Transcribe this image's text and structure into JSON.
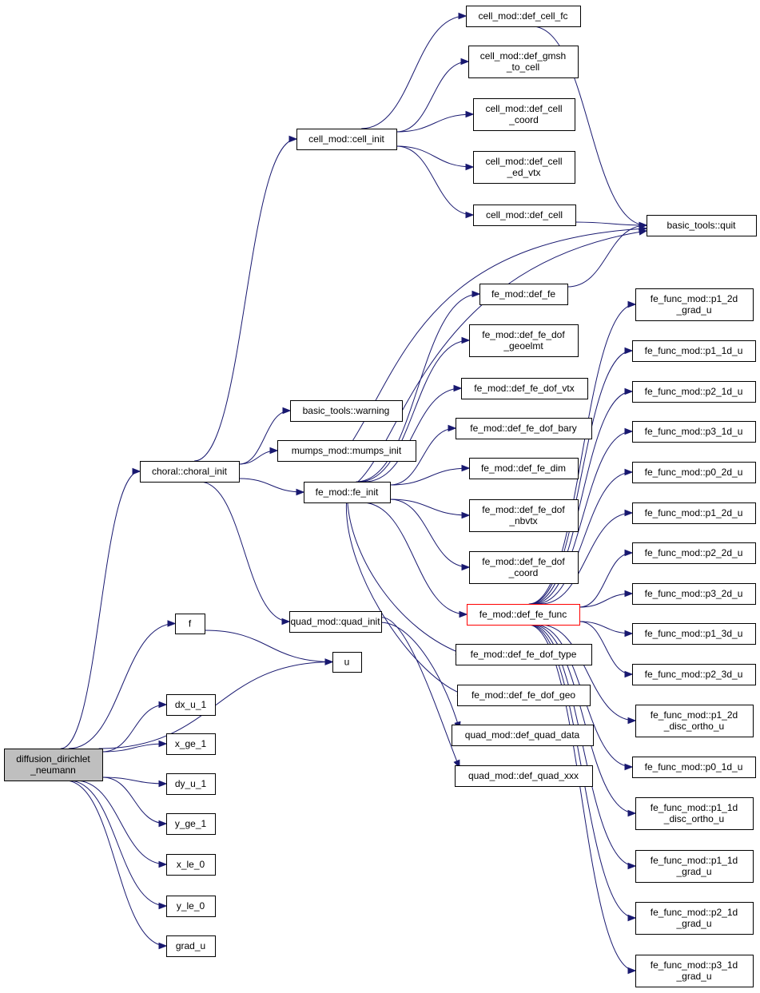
{
  "colors": {
    "edge": "#191970",
    "root_fill": "#bfbfbf",
    "highlight_border": "#ff0000",
    "node_border": "#000000"
  },
  "nodes": {
    "root": [
      "diffusion_dirichlet",
      "_neumann"
    ],
    "choral_init": [
      "choral::choral_init"
    ],
    "f": [
      "f"
    ],
    "u": [
      "u"
    ],
    "dx_u_1": [
      "dx_u_1"
    ],
    "x_ge_1": [
      "x_ge_1"
    ],
    "dy_u_1": [
      "dy_u_1"
    ],
    "y_ge_1": [
      "y_ge_1"
    ],
    "x_le_0": [
      "x_le_0"
    ],
    "y_le_0": [
      "y_le_0"
    ],
    "grad_u": [
      "grad_u"
    ],
    "cell_init": [
      "cell_mod::cell_init"
    ],
    "warning": [
      "basic_tools::warning"
    ],
    "mumps_init": [
      "mumps_mod::mumps_init"
    ],
    "fe_init": [
      "fe_mod::fe_init"
    ],
    "quad_init": [
      "quad_mod::quad_init"
    ],
    "def_cell_fc": [
      "cell_mod::def_cell_fc"
    ],
    "def_gmsh_to_cell": [
      "cell_mod::def_gmsh",
      "_to_cell"
    ],
    "def_cell_coord": [
      "cell_mod::def_cell",
      "_coord"
    ],
    "def_cell_ed_vtx": [
      "cell_mod::def_cell",
      "_ed_vtx"
    ],
    "def_cell": [
      "cell_mod::def_cell"
    ],
    "quit": [
      "basic_tools::quit"
    ],
    "def_fe": [
      "fe_mod::def_fe"
    ],
    "def_fe_dof_geoelmt": [
      "fe_mod::def_fe_dof",
      "_geoelmt"
    ],
    "def_fe_dof_vtx": [
      "fe_mod::def_fe_dof_vtx"
    ],
    "def_fe_dof_bary": [
      "fe_mod::def_fe_dof_bary"
    ],
    "def_fe_dim": [
      "fe_mod::def_fe_dim"
    ],
    "def_fe_dof_nbvtx": [
      "fe_mod::def_fe_dof",
      "_nbvtx"
    ],
    "def_fe_dof_coord": [
      "fe_mod::def_fe_dof",
      "_coord"
    ],
    "def_fe_func": [
      "fe_mod::def_fe_func"
    ],
    "def_fe_dof_type": [
      "fe_mod::def_fe_dof_type"
    ],
    "def_fe_dof_geo": [
      "fe_mod::def_fe_dof_geo"
    ],
    "def_quad_data": [
      "quad_mod::def_quad_data"
    ],
    "def_quad_xxx": [
      "quad_mod::def_quad_xxx"
    ],
    "p1_2d_grad_u": [
      "fe_func_mod::p1_2d",
      "_grad_u"
    ],
    "p1_1d_u": [
      "fe_func_mod::p1_1d_u"
    ],
    "p2_1d_u": [
      "fe_func_mod::p2_1d_u"
    ],
    "p3_1d_u": [
      "fe_func_mod::p3_1d_u"
    ],
    "p0_2d_u": [
      "fe_func_mod::p0_2d_u"
    ],
    "p1_2d_u": [
      "fe_func_mod::p1_2d_u"
    ],
    "p2_2d_u": [
      "fe_func_mod::p2_2d_u"
    ],
    "p3_2d_u": [
      "fe_func_mod::p3_2d_u"
    ],
    "p1_3d_u": [
      "fe_func_mod::p1_3d_u"
    ],
    "p2_3d_u": [
      "fe_func_mod::p2_3d_u"
    ],
    "p1_2d_disc_ortho_u": [
      "fe_func_mod::p1_2d",
      "_disc_ortho_u"
    ],
    "p0_1d_u": [
      "fe_func_mod::p0_1d_u"
    ],
    "p1_1d_disc_ortho_u": [
      "fe_func_mod::p1_1d",
      "_disc_ortho_u"
    ],
    "p1_1d_grad_u": [
      "fe_func_mod::p1_1d",
      "_grad_u"
    ],
    "p2_1d_grad_u": [
      "fe_func_mod::p2_1d",
      "_grad_u"
    ],
    "p3_1d_grad_u": [
      "fe_func_mod::p3_1d",
      "_grad_u"
    ]
  },
  "edges": [
    [
      "root",
      "choral_init"
    ],
    [
      "root",
      "f"
    ],
    [
      "root",
      "u"
    ],
    [
      "root",
      "dx_u_1"
    ],
    [
      "root",
      "x_ge_1"
    ],
    [
      "root",
      "dy_u_1"
    ],
    [
      "root",
      "y_ge_1"
    ],
    [
      "root",
      "x_le_0"
    ],
    [
      "root",
      "y_le_0"
    ],
    [
      "root",
      "grad_u"
    ],
    [
      "f",
      "u"
    ],
    [
      "choral_init",
      "cell_init"
    ],
    [
      "choral_init",
      "warning"
    ],
    [
      "choral_init",
      "mumps_init"
    ],
    [
      "choral_init",
      "fe_init"
    ],
    [
      "choral_init",
      "quad_init"
    ],
    [
      "cell_init",
      "def_cell_fc"
    ],
    [
      "cell_init",
      "def_gmsh_to_cell"
    ],
    [
      "cell_init",
      "def_cell_coord"
    ],
    [
      "cell_init",
      "def_cell_ed_vtx"
    ],
    [
      "cell_init",
      "def_cell"
    ],
    [
      "def_cell_fc",
      "quit"
    ],
    [
      "def_cell",
      "quit"
    ],
    [
      "mumps_init",
      "quit"
    ],
    [
      "def_fe",
      "quit"
    ],
    [
      "fe_init",
      "quit"
    ],
    [
      "fe_init",
      "def_fe"
    ],
    [
      "fe_init",
      "def_fe_dof_geoelmt"
    ],
    [
      "fe_init",
      "def_fe_dof_vtx"
    ],
    [
      "fe_init",
      "def_fe_dof_bary"
    ],
    [
      "fe_init",
      "def_fe_dim"
    ],
    [
      "fe_init",
      "def_fe_dof_nbvtx"
    ],
    [
      "fe_init",
      "def_fe_dof_coord"
    ],
    [
      "fe_init",
      "def_fe_func"
    ],
    [
      "fe_init",
      "def_fe_dof_type"
    ],
    [
      "fe_init",
      "def_fe_dof_geo"
    ],
    [
      "quad_init",
      "def_quad_data"
    ],
    [
      "quad_init",
      "def_quad_xxx"
    ],
    [
      "def_fe_func",
      "p1_2d_grad_u"
    ],
    [
      "def_fe_func",
      "p1_1d_u"
    ],
    [
      "def_fe_func",
      "p2_1d_u"
    ],
    [
      "def_fe_func",
      "p3_1d_u"
    ],
    [
      "def_fe_func",
      "p0_2d_u"
    ],
    [
      "def_fe_func",
      "p1_2d_u"
    ],
    [
      "def_fe_func",
      "p2_2d_u"
    ],
    [
      "def_fe_func",
      "p3_2d_u"
    ],
    [
      "def_fe_func",
      "p1_3d_u"
    ],
    [
      "def_fe_func",
      "p2_3d_u"
    ],
    [
      "def_fe_func",
      "p1_2d_disc_ortho_u"
    ],
    [
      "def_fe_func",
      "p0_1d_u"
    ],
    [
      "def_fe_func",
      "p1_1d_disc_ortho_u"
    ],
    [
      "def_fe_func",
      "p1_1d_grad_u"
    ],
    [
      "def_fe_func",
      "p2_1d_grad_u"
    ],
    [
      "def_fe_func",
      "p3_1d_grad_u"
    ]
  ]
}
